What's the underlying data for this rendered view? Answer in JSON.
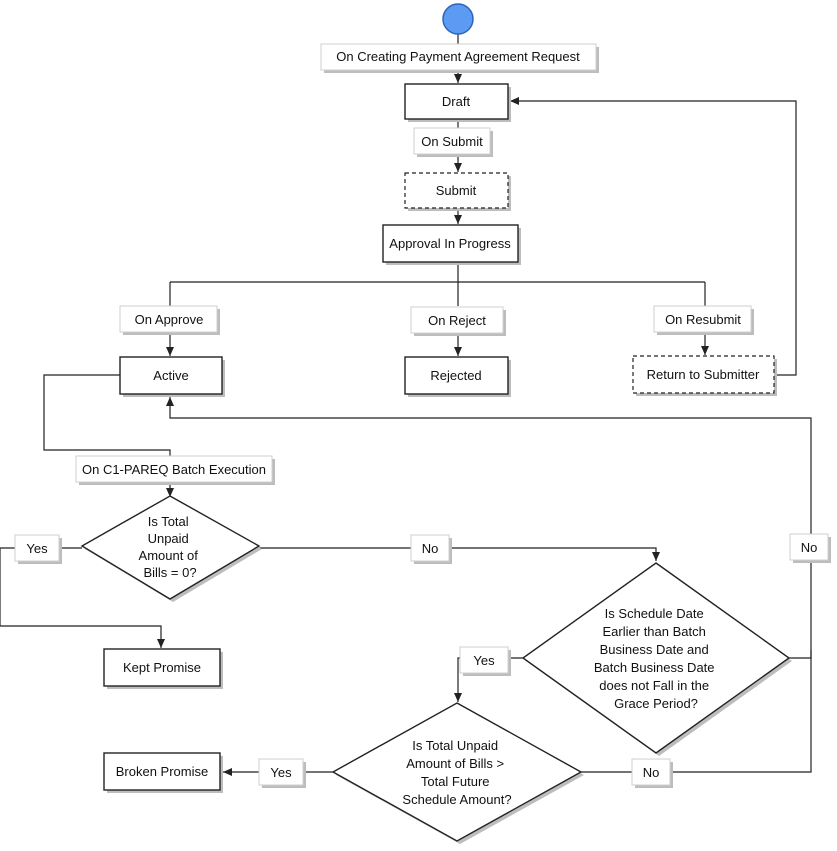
{
  "nodes": {
    "start": {
      "label": ""
    },
    "draft": {
      "label": "Draft"
    },
    "submit": {
      "label": "Submit"
    },
    "approval": {
      "label": "Approval In Progress"
    },
    "active": {
      "label": "Active"
    },
    "rejected": {
      "label": "Rejected"
    },
    "return_to_submitter": {
      "label": "Return to Submitter"
    },
    "kept_promise": {
      "label": "Kept Promise"
    },
    "broken_promise": {
      "label": "Broken Promise"
    }
  },
  "decisions": {
    "total_unpaid_zero": {
      "lines": [
        "Is Total",
        "Unpaid",
        "Amount of",
        "Bills = 0?"
      ]
    },
    "schedule_date": {
      "lines": [
        "Is Schedule Date",
        "Earlier than Batch",
        "Business Date and",
        "Batch Business Date",
        "does not Fall in the",
        "Grace Period?"
      ]
    },
    "unpaid_vs_future": {
      "lines": [
        "Is Total Unpaid",
        "Amount of Bills >",
        "Total Future",
        "Schedule Amount?"
      ]
    }
  },
  "labels": {
    "on_creating": "On Creating Payment Agreement Request",
    "on_submit": "On Submit",
    "on_approve": "On Approve",
    "on_reject": "On Reject",
    "on_resubmit": "On Resubmit",
    "on_batch": "On C1-PAREQ Batch Execution",
    "yes_1": "Yes",
    "no_1": "No",
    "no_right": "No",
    "yes_2": "Yes",
    "yes_3": "Yes",
    "no_3": "No"
  },
  "colors": {
    "start_fill": "#5b9bf4",
    "start_stroke": "#2e63b8",
    "stroke": "#222222",
    "box_fill": "#ffffff",
    "shadow": "#bdbdbd"
  }
}
